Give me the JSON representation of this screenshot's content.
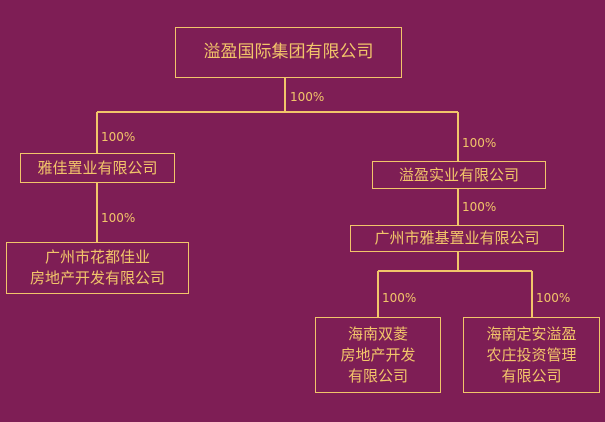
{
  "colors": {
    "background": "#7e1e55",
    "foreground": "#f2c56a"
  },
  "nodes": {
    "root": "溢盈国际集团有限公司",
    "yajia": "雅佳置业有限公司",
    "huadu": "广州市花都佳业\n房地产开发有限公司",
    "yiying_shiye": "溢盈实业有限公司",
    "yaji": "广州市雅基置业有限公司",
    "shuangling": "海南双菱\n房地产开发\n有限公司",
    "ding_an": "海南定安溢盈\n农庄投资管理\n有限公司"
  },
  "ownership": {
    "root": "100%",
    "yajia": "100%",
    "huadu": "100%",
    "yiying_shiye": "100%",
    "yaji": "100%",
    "shuangling": "100%",
    "ding_an": "100%"
  }
}
